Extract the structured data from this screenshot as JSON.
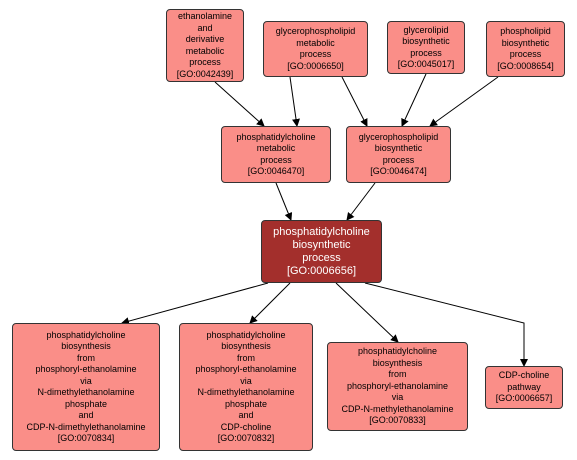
{
  "colors": {
    "node_fill": "#fa8e88",
    "focus_fill": "#a32f2c",
    "border": "#333333",
    "edge": "#000000"
  },
  "nodes": {
    "n1": {
      "lines": [
        "ethanolamine",
        "and",
        "derivative",
        "metabolic",
        "process",
        "[GO:0042439]"
      ]
    },
    "n2": {
      "lines": [
        "glycerophospholipid",
        "metabolic",
        "process",
        "[GO:0006650]"
      ]
    },
    "n3": {
      "lines": [
        "glycerolipid",
        "biosynthetic",
        "process",
        "[GO:0045017]"
      ]
    },
    "n4": {
      "lines": [
        "phospholipid",
        "biosynthetic",
        "process",
        "[GO:0008654]"
      ]
    },
    "n5": {
      "lines": [
        "phosphatidylcholine",
        "metabolic",
        "process",
        "[GO:0046470]"
      ]
    },
    "n6": {
      "lines": [
        "glycerophospholipid",
        "biosynthetic",
        "process",
        "[GO:0046474]"
      ]
    },
    "n7": {
      "lines": [
        "phosphatidylcholine",
        "biosynthetic",
        "process",
        "[GO:0006656]"
      ]
    },
    "n8": {
      "lines": [
        "phosphatidylcholine",
        "biosynthesis",
        "from",
        "phosphoryl-ethanolamine",
        "via",
        "N-dimethylethanolamine",
        "phosphate",
        "and",
        "CDP-N-dimethylethanolamine",
        "[GO:0070834]"
      ]
    },
    "n9": {
      "lines": [
        "phosphatidylcholine",
        "biosynthesis",
        "from",
        "phosphoryl-ethanolamine",
        "via",
        "N-dimethylethanolamine",
        "phosphate",
        "and",
        "CDP-choline",
        "[GO:0070832]"
      ]
    },
    "n10": {
      "lines": [
        "phosphatidylcholine",
        "biosynthesis",
        "from",
        "phosphoryl-ethanolamine",
        "via",
        "CDP-N-methylethanolamine",
        "[GO:0070833]"
      ]
    },
    "n11": {
      "lines": [
        "CDP-choline",
        "pathway",
        "[GO:0006657]"
      ]
    }
  }
}
